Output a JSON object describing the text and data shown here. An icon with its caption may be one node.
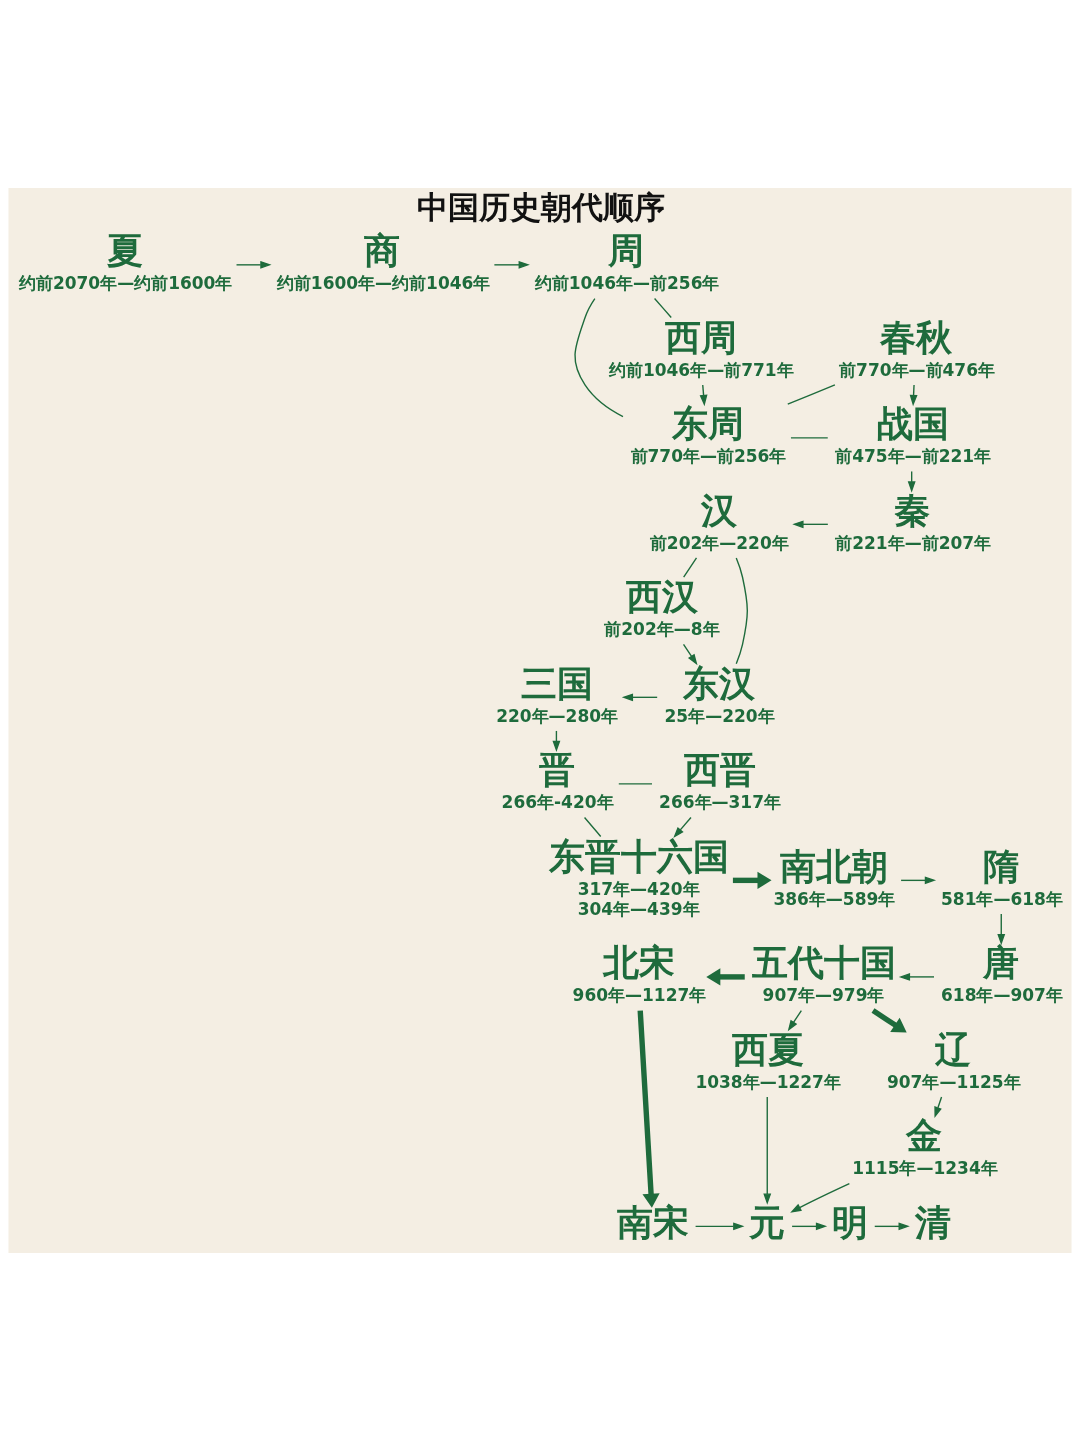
{
  "diagram": {
    "title": "中国历史朝代顺序",
    "nodes": [
      {
        "text": [
          "夏"
        ],
        "beside": [
          "约前2070年—约前1600年"
        ]
      },
      {
        "text": [
          "商"
        ],
        "beside": [
          "约前1600年—约前1046年"
        ]
      },
      {
        "text": [
          "周"
        ],
        "beside": [
          "约前1046年—前256年"
        ]
      },
      {
        "text": [
          "西周"
        ],
        "beside": [
          "约前1046年—前771年"
        ]
      },
      {
        "text": [
          "东周"
        ],
        "beside": [
          "前770年—前256年"
        ]
      },
      {
        "text": [
          "春秋"
        ],
        "beside": [
          "前770年—前476年"
        ]
      },
      {
        "text": [
          "战国"
        ],
        "beside": [
          "前475年—前221年"
        ]
      },
      {
        "text": [
          "西汉"
        ],
        "beside": [
          "前202年—8年"
        ]
      },
      {
        "text": [
          "汉"
        ],
        "beside": [
          "前202年—220年"
        ]
      },
      {
        "text": [
          "秦"
        ],
        "beside": [
          "前221年—前207年"
        ]
      },
      {
        "text": [
          "三国"
        ],
        "beside": [
          "220年—280年"
        ]
      },
      {
        "text": [
          "东汉"
        ],
        "beside": [
          "25年—220年"
        ]
      },
      {
        "text": [
          "晋"
        ],
        "beside": [
          "266年-420年"
        ]
      },
      {
        "text": [
          "西晋"
        ],
        "beside": [
          "266年—317年"
        ]
      },
      {
        "text": [
          "南北朝"
        ],
        "beside": [
          "386年—589年"
        ]
      },
      {
        "text": [
          "隋"
        ],
        "beside": [
          "581年—618年"
        ]
      },
      {
        "text": [
          "东晋十六国"
        ],
        "beside": [
          "317年—420年",
          "304年—439年"
        ]
      },
      {
        "text": [
          "北宋"
        ],
        "beside": [
          "960年—1127年"
        ]
      },
      {
        "text": [
          "五代十国"
        ],
        "beside": [
          "907年—979年"
        ]
      },
      {
        "text": [
          "唐"
        ],
        "beside": [
          "618年—907年"
        ]
      },
      {
        "text": [
          "辽"
        ],
        "beside": [
          "907年—1125年"
        ]
      },
      {
        "text": [
          "西夏"
        ],
        "beside": [
          "1038年—1227年"
        ]
      },
      {
        "text": [
          "金"
        ],
        "beside": [
          "1115年—1234年"
        ]
      },
      {
        "text": [
          "南宋"
        ]
      },
      {
        "text": [
          "元"
        ]
      },
      {
        "text": [
          "明"
        ]
      },
      {
        "text": [
          "清"
        ]
      }
    ],
    "edges": [
      {
        "from": 0,
        "to": 1,
        "arrow": "to"
      },
      {
        "from": 1,
        "to": 2,
        "arrow": "to"
      },
      {
        "from": 2,
        "to": 3,
        "arrow": "none"
      },
      {
        "from": 2,
        "to": 4,
        "arrow": "none"
      },
      {
        "from": 3,
        "to": 4,
        "arrow": "to"
      },
      {
        "from": 4,
        "to": 5,
        "arrow": "none"
      },
      {
        "from": 4,
        "to": 6,
        "arrow": "none"
      },
      {
        "from": 5,
        "to": 6,
        "arrow": "to"
      },
      {
        "from": 6,
        "to": 9,
        "arrow": "to"
      },
      {
        "from": 9,
        "to": 8,
        "arrow": "to"
      },
      {
        "from": 8,
        "to": 7,
        "arrow": "none"
      },
      {
        "from": 8,
        "to": 11,
        "arrow": "none"
      },
      {
        "from": 7,
        "to": 11,
        "arrow": "to"
      },
      {
        "from": 11,
        "to": 10,
        "arrow": "to"
      },
      {
        "from": 10,
        "to": 12,
        "arrow": "to"
      },
      {
        "from": 12,
        "to": 13,
        "arrow": "none"
      },
      {
        "from": 12,
        "to": 16,
        "arrow": "none"
      },
      {
        "from": 13,
        "to": 16,
        "arrow": "to"
      },
      {
        "from": 16,
        "to": 14,
        "arrow": "to",
        "style": "thick"
      },
      {
        "from": 14,
        "to": 15,
        "arrow": "to"
      },
      {
        "from": 15,
        "to": 19,
        "arrow": "to"
      },
      {
        "from": 19,
        "to": 18,
        "arrow": "to"
      },
      {
        "from": 18,
        "to": 17,
        "arrow": "to",
        "style": "thick"
      },
      {
        "from": 18,
        "to": 20,
        "arrow": "to",
        "style": "thick"
      },
      {
        "from": 18,
        "to": 21,
        "arrow": "to"
      },
      {
        "from": 20,
        "to": 22,
        "arrow": "to"
      },
      {
        "from": 17,
        "to": 23,
        "arrow": "to",
        "style": "thick"
      },
      {
        "from": 21,
        "to": 24,
        "arrow": "to"
      },
      {
        "from": 22,
        "to": 24,
        "arrow": "to"
      },
      {
        "from": 23,
        "to": 24,
        "arrow": "to"
      },
      {
        "from": 24,
        "to": 25,
        "arrow": "to"
      },
      {
        "from": 25,
        "to": 26,
        "arrow": "to"
      }
    ]
  }
}
